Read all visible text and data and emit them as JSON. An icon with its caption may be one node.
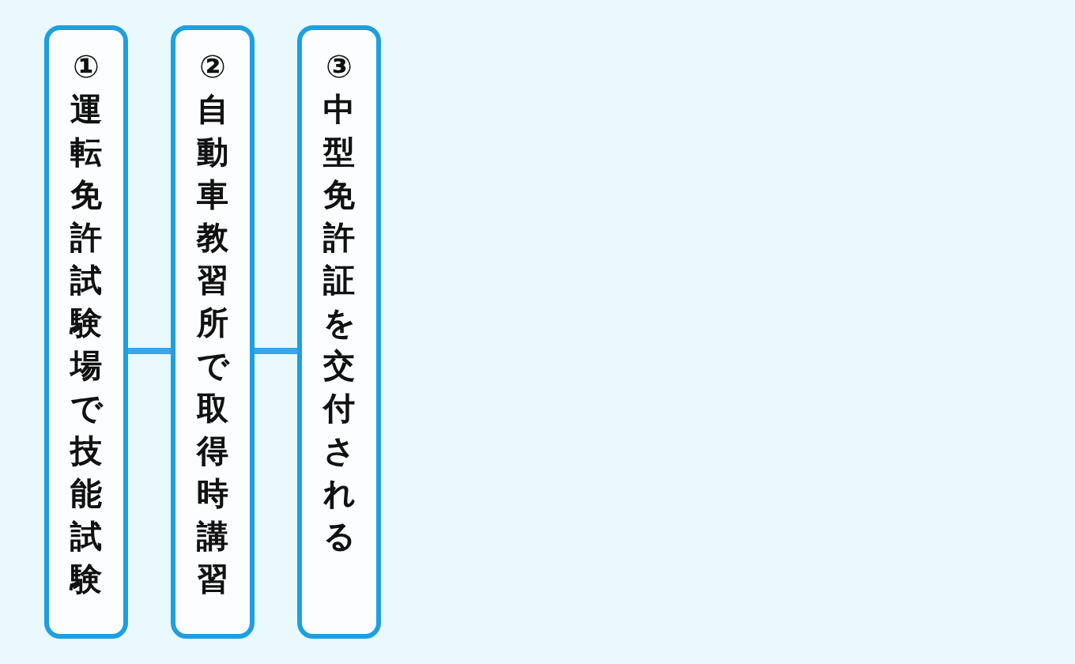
{
  "diagram": {
    "nodes": [
      {
        "text": [
          "①運転免許試験場で技能試験"
        ]
      },
      {
        "text": [
          "②自動車教習所で取得時講習"
        ]
      },
      {
        "text": [
          "③中型免許証を交付される"
        ]
      }
    ],
    "edges": [
      {
        "from": 0,
        "to": 1,
        "arrow": "none"
      },
      {
        "from": 1,
        "to": 2,
        "arrow": "none"
      }
    ]
  }
}
